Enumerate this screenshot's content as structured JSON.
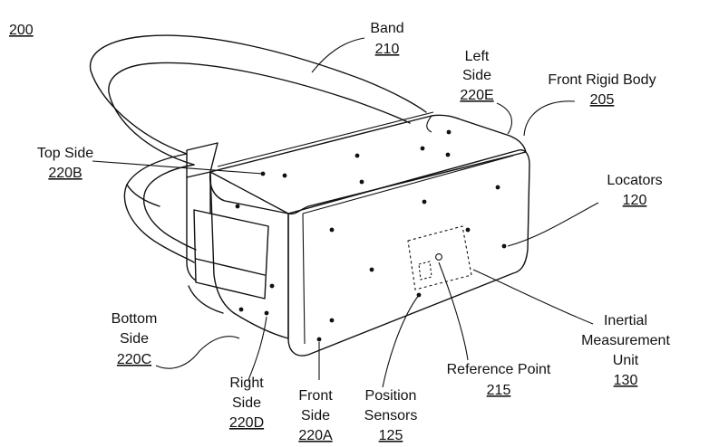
{
  "figure": {
    "number": "200"
  },
  "labels": {
    "band": {
      "text": "Band",
      "ref": "210"
    },
    "left_side": {
      "line1": "Left",
      "line2": "Side",
      "ref": "220E"
    },
    "front_rigid_body": {
      "text": "Front Rigid Body",
      "ref": "205"
    },
    "top_side": {
      "text": "Top Side",
      "ref": "220B"
    },
    "locators": {
      "text": "Locators",
      "ref": "120"
    },
    "bottom_side": {
      "line1": "Bottom",
      "line2": "Side",
      "ref": "220C"
    },
    "imu": {
      "line1": "Inertial",
      "line2": "Measurement",
      "line3": "Unit",
      "ref": "130"
    },
    "reference_point": {
      "text": "Reference Point",
      "ref": "215"
    },
    "right_side": {
      "line1": "Right",
      "line2": "Side",
      "ref": "220D"
    },
    "front_side": {
      "line1": "Front",
      "line2": "Side",
      "ref": "220A"
    },
    "position_sensors": {
      "line1": "Position",
      "line2": "Sensors",
      "ref": "125"
    }
  }
}
